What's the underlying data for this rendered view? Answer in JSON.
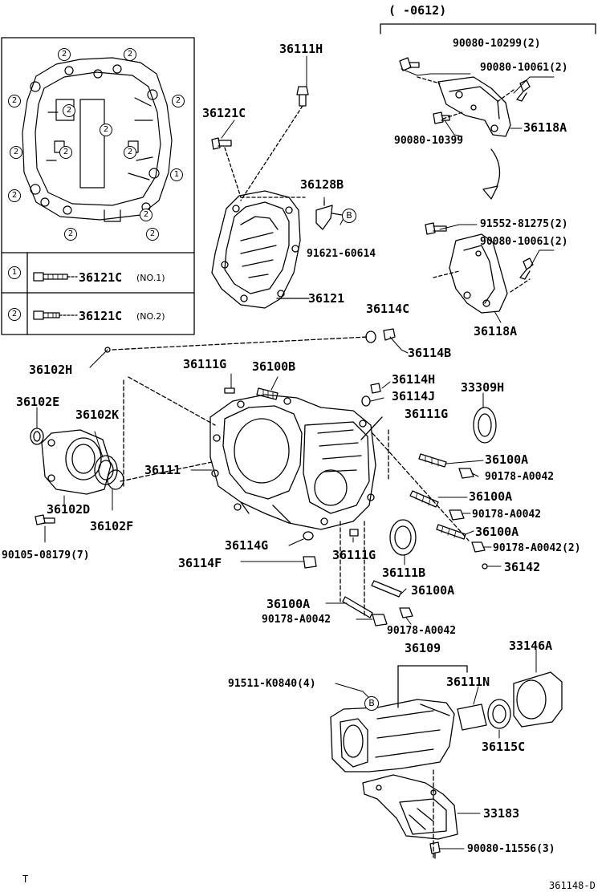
{
  "diagram": {
    "date_range": "(      -0612)",
    "corner_left": "T",
    "drawing_code": "361148-D",
    "legend": {
      "rows": [
        {
          "num": "1",
          "part": "36121C",
          "note": "(NO.1)"
        },
        {
          "num": "2",
          "part": "36121C",
          "note": "(NO.2)"
        }
      ]
    },
    "inset_marks": [
      "2",
      "2",
      "2",
      "2",
      "2",
      "2",
      "2",
      "2",
      "2",
      "1",
      "2",
      "2",
      "2",
      "2"
    ],
    "callout_b": "B",
    "labels": [
      "36111H",
      "36121C",
      "36128B",
      "91621-60614",
      "36121",
      "90080-10299(2)",
      "90080-10061(2)",
      "36118A",
      "90080-10399",
      "91552-81275(2)",
      "90080-10061(2)",
      "36118A",
      "36114C",
      "36114B",
      "36102H",
      "36111G",
      "36100B",
      "36114H",
      "36114J",
      "33309H",
      "36111G",
      "36102E",
      "36102K",
      "36111",
      "36100A",
      "90178-A0042",
      "36100A",
      "90178-A0042",
      "36102D",
      "36102F",
      "36100A",
      "90178-A0042(2)",
      "90105-08179(7)",
      "36114G",
      "36111G",
      "36114F",
      "36111B",
      "36142",
      "36100A",
      "36100A",
      "90178-A0042",
      "90178-A0042",
      "36109",
      "33146A",
      "91511-K0840(4)",
      "36111N",
      "36115C",
      "33183",
      "90080-11556(3)"
    ]
  }
}
